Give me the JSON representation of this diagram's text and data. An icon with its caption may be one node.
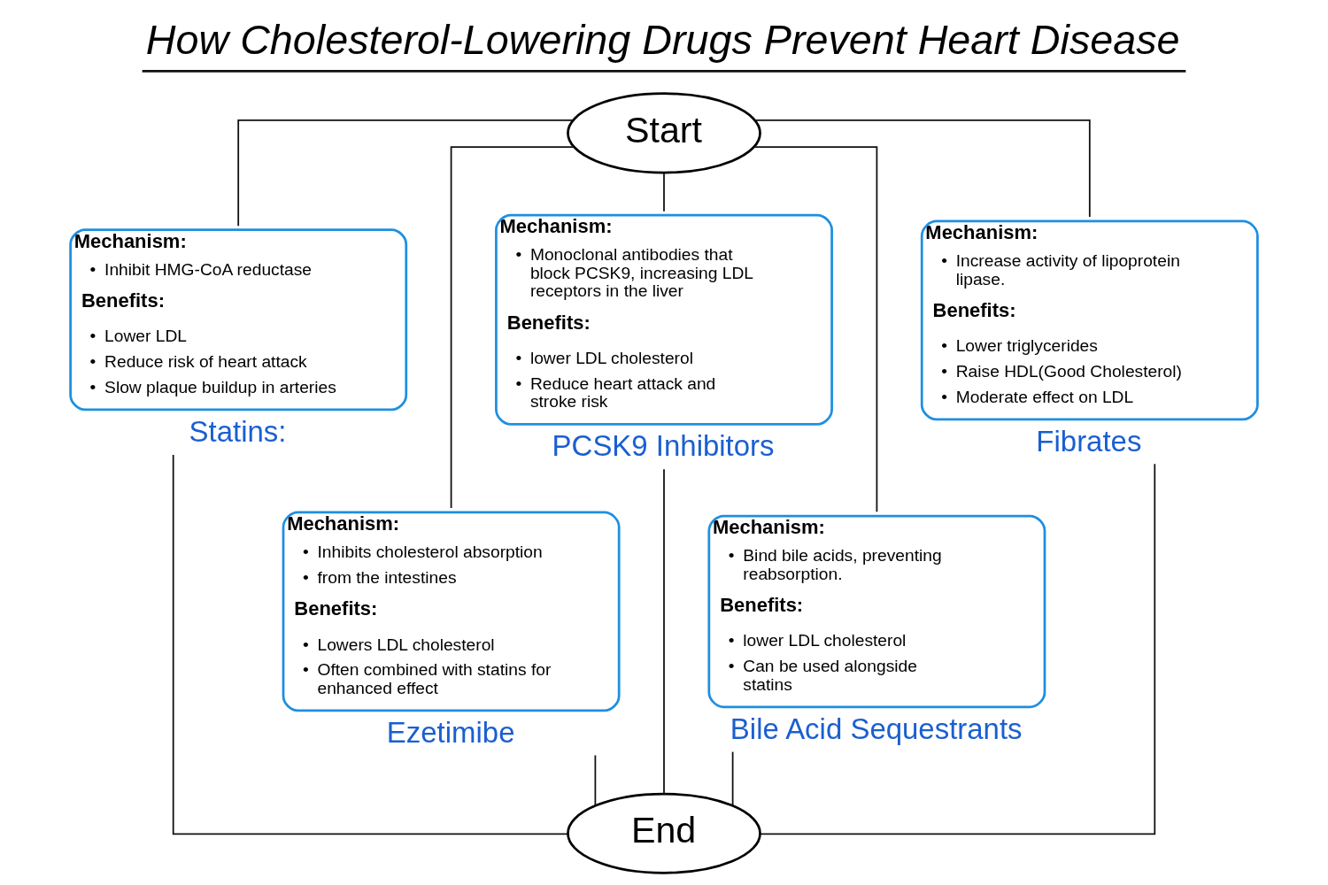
{
  "diagram": {
    "title": "How Cholesterol-Lowering Drugs Prevent Heart Disease",
    "nodes": [
      {
        "text": [
          "Start"
        ]
      },
      {
        "text": [
          "Mechanism:",
          "• Inhibit HMG-CoA reductase",
          "Benefits:",
          "• Lower LDL",
          "• Reduce risk of heart attack",
          "• Slow plaque buildup in arteries"
        ],
        "beside": [
          "Statins:"
        ]
      },
      {
        "text": [
          "Mechanism:",
          "• Monoclonal antibodies that block PCSK9, increasing LDL receptors in the liver",
          "Benefits:",
          "• lower LDL cholesterol",
          "• Reduce heart attack and stroke risk"
        ],
        "beside": [
          "PCSK9 Inhibitors"
        ]
      },
      {
        "text": [
          "Mechanism:",
          "• Increase activity of lipoprotein lipase.",
          "Benefits:",
          "• Lower triglycerides",
          "• Raise HDL(Good Cholesterol)",
          "• Moderate effect on LDL"
        ],
        "beside": [
          "Fibrates"
        ]
      },
      {
        "text": [
          "Mechanism:",
          "• Inhibits cholesterol absorption",
          "• from the intestines",
          "Benefits:",
          "• Lowers LDL cholesterol",
          "• Often combined with statins for enhanced effect"
        ],
        "beside": [
          "Ezetimibe"
        ]
      },
      {
        "text": [
          "Mechanism:",
          "• Bind bile acids, preventing reabsorption.",
          "Benefits:",
          "• lower LDL cholesterol",
          "• Can be used alongside statins"
        ],
        "beside": [
          "Bile Acid Sequestrants"
        ]
      },
      {
        "text": [
          "End"
        ]
      }
    ],
    "edges": [
      {
        "from": 0,
        "to": 1,
        "arrow": "none"
      },
      {
        "from": 0,
        "to": 4,
        "arrow": "none"
      },
      {
        "from": 0,
        "to": 2,
        "arrow": "none"
      },
      {
        "from": 0,
        "to": 5,
        "arrow": "none"
      },
      {
        "from": 0,
        "to": 3,
        "arrow": "none"
      },
      {
        "from": 1,
        "to": 6,
        "arrow": "none"
      },
      {
        "from": 4,
        "to": 6,
        "arrow": "none"
      },
      {
        "from": 2,
        "to": 6,
        "arrow": "none"
      },
      {
        "from": 5,
        "to": 6,
        "arrow": "none"
      },
      {
        "from": 3,
        "to": 6,
        "arrow": "none"
      }
    ]
  }
}
